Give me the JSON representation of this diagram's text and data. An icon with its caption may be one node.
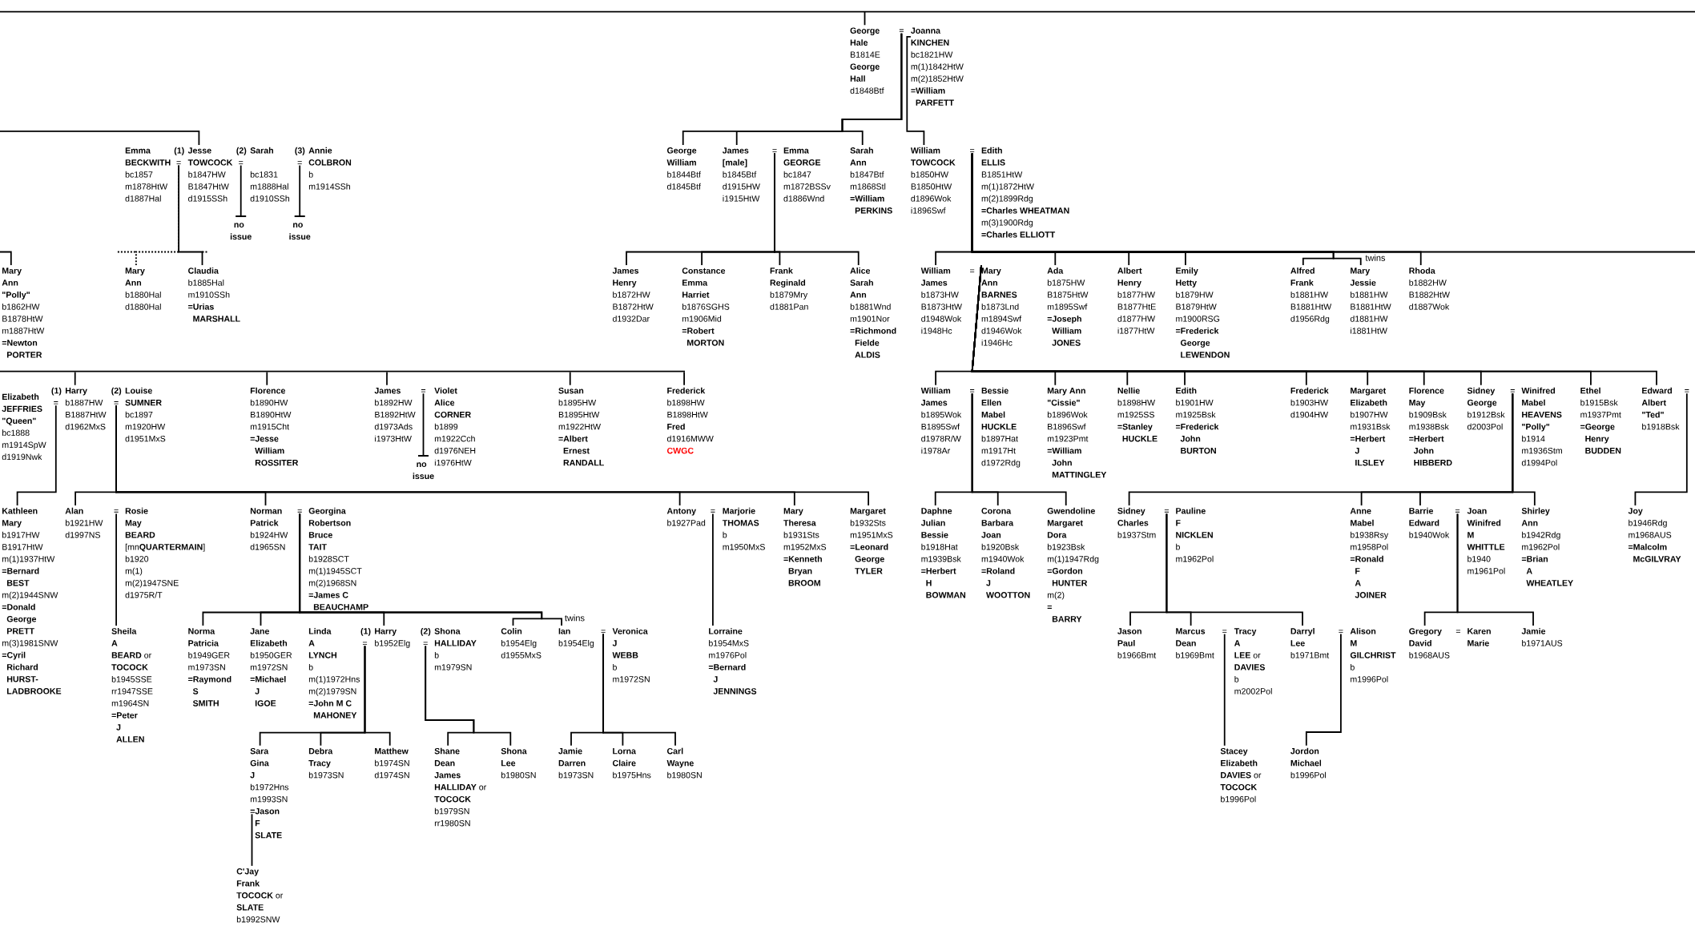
{
  "diagram": {
    "nodes": [
      {
        "text": [
          "George Hale",
          "B1814E",
          "George Hall",
          "d1848Btf"
        ]
      },
      {
        "text": [
          "="
        ]
      },
      {
        "text": [
          "Joanna KINCHEN",
          "bc1821HW",
          "m(1)1842HtW",
          "m(2)1852HtW",
          "=William PARFETT"
        ]
      },
      {
        "text": [
          "Emma BECKWITH",
          "bc1857",
          "m1878HtW",
          "d1887Hal"
        ]
      },
      {
        "text": [
          "="
        ]
      },
      {
        "text": [
          "Jesse TOWCOCK",
          "b1847HW",
          "B1847HtW",
          "d1915SSh"
        ],
        "beside": [
          "(1)"
        ]
      },
      {
        "text": [
          "="
        ]
      },
      {
        "text": [
          "Sarah",
          "bc1831",
          "m1888Hal",
          "d1910SSh"
        ],
        "beside": [
          "(2)"
        ]
      },
      {
        "text": [
          "="
        ]
      },
      {
        "text": [
          "Annie COLBRON",
          "b",
          "m1914SSh"
        ],
        "beside": [
          "(3)"
        ]
      },
      {
        "text": [
          "George William",
          "b1844Btf",
          "d1845Btf"
        ]
      },
      {
        "text": [
          "James [male]",
          "b1845Btf",
          "d1915HW",
          "i1915HtW"
        ]
      },
      {
        "text": [
          "="
        ]
      },
      {
        "text": [
          "Emma GEORGE",
          "bc1847",
          "m1872BSSv",
          "d1886Wnd"
        ]
      },
      {
        "text": [
          "Sarah Ann",
          "b1847Btf",
          "m1868Stl",
          "=William PERKINS"
        ]
      },
      {
        "text": [
          "William TOWCOCK",
          "b1850HW",
          "B1850HtW",
          "d1896Wok",
          "i1896Swf"
        ]
      },
      {
        "text": [
          "="
        ]
      },
      {
        "text": [
          "Edith ELLIS",
          "B1851HtW",
          "m(1)1872HtW",
          "m(2)1899Rdg",
          "=Charles WHEATMAN",
          "m(3)1900Rdg",
          "=Charles ELLIOTT"
        ]
      },
      {
        "text": [
          "no issue"
        ]
      },
      {
        "text": [
          "no issue"
        ]
      },
      {
        "text": [
          "Mary Ann \"Polly\"",
          "b1862HW",
          "B1878HtW",
          "m1887HtW",
          "=Newton PORTER"
        ]
      },
      {
        "text": [
          "Mary Ann",
          "b1880Hal",
          "d1880Hal"
        ]
      },
      {
        "text": [
          "Claudia",
          "b1885Hal",
          "m1910SSh",
          "=Urias MARSHALL"
        ]
      },
      {
        "text": [
          "James Henry",
          "b1872HW",
          "B1872HtW",
          "d1932Dar"
        ]
      },
      {
        "text": [
          "Constance Emma Harriet",
          "b1876SGHS",
          "m1906Mid",
          "=Robert MORTON"
        ]
      },
      {
        "text": [
          "Frank Reginald",
          "b1879Mry",
          "d1881Pan"
        ]
      },
      {
        "text": [
          "Alice Sarah Ann",
          "b1881Wnd",
          "m1901Nor",
          "=Richmond Fielde ALDIS"
        ]
      },
      {
        "text": [
          "William James",
          "b1873HW",
          "B1873HtW",
          "d1948Wok",
          "i1948Hc"
        ]
      },
      {
        "text": [
          "="
        ]
      },
      {
        "text": [
          "Mary Ann BARNES",
          "b1873Lnd",
          "m1894Swf",
          "d1946Wok",
          "i1946Hc"
        ]
      },
      {
        "text": [
          "Ada",
          "b1875HW",
          "B1875HtW",
          "m1895Swf",
          "=Joseph William JONES"
        ]
      },
      {
        "text": [
          "Albert Henry",
          "b1877HW",
          "B1877HtE",
          "d1877HW",
          "i1877HtW"
        ]
      },
      {
        "text": [
          "Emily Hetty",
          "b1879HW",
          "B1879HtW",
          "m1900RSG",
          "=Frederick George LEWENDON"
        ]
      },
      {
        "text": [
          "Alfred Frank",
          "b1881HW",
          "B1881HtW",
          "d1956Rdg"
        ]
      },
      {
        "text": [
          "Mary Jessie",
          "b1881HW",
          "B1881HtW",
          "d1881HW",
          "i1881HtW"
        ]
      },
      {
        "text": [
          "Rhoda",
          "b1882HW",
          "B1882HtW",
          "d1887Wok"
        ]
      },
      {
        "text": [],
        "shape": "bar"
      },
      {
        "text": [
          "Elizabeth JEFFRIES \"Queen\"",
          "bc1888",
          "m1914SpW",
          "d1919Nwk"
        ]
      },
      {
        "text": [
          "="
        ]
      },
      {
        "text": [
          "Harry",
          "b1887HW",
          "B1887HtW",
          "d1962MxS"
        ],
        "beside": [
          "(1)"
        ]
      },
      {
        "text": [
          "="
        ]
      },
      {
        "text": [
          "Louise SUMNER",
          "bc1897",
          "m1920HW",
          "d1951MxS"
        ],
        "beside": [
          "(2)"
        ]
      },
      {
        "text": [
          "Florence",
          "b1890HW",
          "B1890HtW",
          "m1915Cht",
          "=Jesse William ROSSITER"
        ]
      },
      {
        "text": [
          "James",
          "b1892HW",
          "B1892HtW",
          "d1973Ads",
          "i1973HtW"
        ]
      },
      {
        "text": [
          "="
        ]
      },
      {
        "text": [
          "Violet Alice CORNER",
          "b1899",
          "m1922Cch",
          "d1976NEH",
          "i1976HtW"
        ]
      },
      {
        "text": [
          "Susan",
          "b1895HW",
          "B1895HtW",
          "m1922HtW",
          "=Albert Ernest RANDALL"
        ]
      },
      {
        "text": [
          "Frederick",
          "b1898HW",
          "B1898HtW",
          "Fred",
          "d1916MWW",
          "CWGC"
        ]
      },
      {
        "text": [
          "William James",
          "b1895Wok",
          "B1895Swf",
          "d1978R/W",
          "i1978Ar"
        ]
      },
      {
        "text": [
          "="
        ]
      },
      {
        "text": [
          "Bessie Ellen Mabel HUCKLE",
          "b1897Hat",
          "m1917Ht",
          "d1972Rdg"
        ]
      },
      {
        "text": [
          "Mary Ann \"Cissie\"",
          "b1896Wok",
          "B1896Swf",
          "m1923Pmt",
          "=William John MATTINGLEY"
        ]
      },
      {
        "text": [
          "Nellie",
          "b1898HW",
          "m1925SS",
          "=Stanley HUCKLE"
        ]
      },
      {
        "text": [
          "Edith",
          "b1901HW",
          "m1925Bsk",
          "=Frederick John BURTON"
        ]
      },
      {
        "text": [
          "Frederick",
          "b1903HW",
          "d1904HW"
        ]
      },
      {
        "text": [
          "Margaret Elizabeth",
          "b1907HW",
          "m1931Bsk",
          "=Herbert J ILSLEY"
        ]
      },
      {
        "text": [
          "Florence May",
          "b1909Bsk",
          "m1938Bsk",
          "=Herbert John HIBBERD"
        ]
      },
      {
        "text": [
          "Sidney George",
          "b1912Bsk",
          "d2003Pol"
        ]
      },
      {
        "text": [
          "="
        ]
      },
      {
        "text": [
          "Winifred Mabel HEAVENS \"Polly\"",
          "b1914",
          "m1936Stm",
          "d1994Pol"
        ]
      },
      {
        "text": [
          "Ethel",
          "b1915Bsk",
          "m1937Pmt",
          "=George Henry BUDDEN"
        ]
      },
      {
        "text": [
          "Edward Albert \"Ted\"",
          "b1918Bsk"
        ]
      },
      {
        "text": [
          "="
        ]
      },
      {
        "text": [
          "no issue"
        ]
      },
      {
        "text": [
          "Kathleen Mary",
          "b1917HW",
          "B1917HtW",
          "m(1)1937HtW",
          "=Bernard BEST",
          "m(2)1944SNW",
          "=Donald George PRETT",
          "m(3)1981SNW",
          "=Cyril Richard HURST-LADBROOKE"
        ]
      },
      {
        "text": [
          "Alan",
          "b1921HW",
          "d1997NS"
        ]
      },
      {
        "text": [
          "="
        ]
      },
      {
        "text": [
          "Rosie May BEARD",
          "[mn**QUARTERMAIN**]",
          "b1920",
          "m(1)",
          "m(2)1947SNE",
          "d1975R/T"
        ]
      },
      {
        "text": [
          "Norman Patrick",
          "b1924HW",
          "d1965SN"
        ]
      },
      {
        "text": [
          "="
        ]
      },
      {
        "text": [
          "Georgina Robertson Bruce TAIT",
          "b1928SCT",
          "m(1)1945SCT",
          "m(2)1968SN",
          "=James C BEAUCHAMP"
        ]
      },
      {
        "text": [
          "Antony",
          "b1927Pad"
        ]
      },
      {
        "text": [
          "="
        ]
      },
      {
        "text": [
          "Marjorie THOMAS",
          "b",
          "m1950MxS"
        ]
      },
      {
        "text": [
          "Mary Theresa",
          "b1931Sts",
          "m1952MxS",
          "=Kenneth Bryan BROOM"
        ]
      },
      {
        "text": [
          "Margaret",
          "b1932Sts",
          "m1951MxS",
          "=Leonard George TYLER"
        ]
      },
      {
        "text": [
          "Daphne Julian Bessie",
          "b1918Hat",
          "m1939Bsk",
          "=Herbert H BOWMAN"
        ]
      },
      {
        "text": [
          "Corona Barbara Joan",
          "b1920Bsk",
          "m1940Wok",
          "=Roland J WOOTTON"
        ]
      },
      {
        "text": [
          "Gwendoline Margaret Dora",
          "b1923Bsk",
          "m(1)1947Rdg",
          "=Gordon HUNTER",
          "m(2)",
          "= BARRY"
        ]
      },
      {
        "text": [
          "Sidney Charles",
          "b1937Stm"
        ]
      },
      {
        "text": [
          "="
        ]
      },
      {
        "text": [
          "Pauline F NICKLEN",
          "b",
          "m1962Pol"
        ]
      },
      {
        "text": [
          "Anne Mabel",
          "b1938Rsy",
          "m1958Pol",
          "=Ronald F A JOINER"
        ]
      },
      {
        "text": [
          "Barrie Edward",
          "b1940Wok"
        ]
      },
      {
        "text": [
          "="
        ]
      },
      {
        "text": [
          "Joan Winifred M WHITTLE",
          "b1940",
          "m1961Pol"
        ]
      },
      {
        "text": [
          "Shirley Ann",
          "b1942Rdg",
          "m1962Pol",
          "=Brian A WHEATLEY"
        ]
      },
      {
        "text": [
          "Joy",
          "b1946Rdg",
          "m1968AUS",
          "=Malcolm McGILVRAY"
        ]
      },
      {
        "text": [
          "**Sheila A BEARD** or **TOCOCK**",
          "b1945SSE",
          "rr1947SSE",
          "m1964SN",
          "=Peter J ALLEN"
        ]
      },
      {
        "text": [
          "Norma Patricia",
          "b1949GER",
          "m1973SN",
          "=Raymond S SMITH"
        ]
      },
      {
        "text": [
          "Jane Elizabeth",
          "b1950GER",
          "m1972SN",
          "=Michael J IGOE"
        ]
      },
      {
        "text": [
          "Linda A LYNCH",
          "b",
          "m(1)1972Hns",
          "m(2)1979SN",
          "=John M C MAHONEY"
        ]
      },
      {
        "text": [
          "="
        ]
      },
      {
        "text": [
          "Harry",
          "b1952Elg"
        ],
        "beside": [
          "(1)"
        ]
      },
      {
        "text": [
          "="
        ]
      },
      {
        "text": [
          "Shona HALLIDAY",
          "b",
          "m1979SN"
        ],
        "beside": [
          "(2)"
        ]
      },
      {
        "text": [
          "Colin",
          "b1954Elg",
          "d1955MxS"
        ]
      },
      {
        "text": [
          "Ian",
          "b1954Elg"
        ]
      },
      {
        "text": [
          "="
        ]
      },
      {
        "text": [
          "Veronica J WEBB",
          "b",
          "m1972SN"
        ]
      },
      {
        "text": [
          "Lorraine",
          "b1954MxS",
          "m1976Pol",
          "=Bernard J JENNINGS"
        ]
      },
      {
        "text": [
          "Jason Paul",
          "b1966Bmt"
        ]
      },
      {
        "text": [
          "Marcus Dean",
          "b1969Bmt"
        ]
      },
      {
        "text": [
          "="
        ]
      },
      {
        "text": [
          "**Tracy A LEE** or **DAVIES**",
          "b",
          "m2002Pol"
        ]
      },
      {
        "text": [
          "Darryl Lee",
          "b1971Bmt"
        ]
      },
      {
        "text": [
          "="
        ]
      },
      {
        "text": [
          "Alison M GILCHRIST",
          "b",
          "m1996Pol"
        ]
      },
      {
        "text": [
          "Gregory David",
          "b1968AUS"
        ]
      },
      {
        "text": [
          "Karen Marie"
        ]
      },
      {
        "text": [
          "Jamie",
          "b1971AUS"
        ]
      },
      {
        "text": [
          "Sara Gina J",
          "b1972Hns",
          "m1993SN",
          "=Jason F SLATE"
        ]
      },
      {
        "text": [
          "Debra Tracy",
          "b1973SN"
        ]
      },
      {
        "text": [
          "Matthew",
          "b1974SN",
          "d1974SN"
        ]
      },
      {
        "text": [
          "**Shane Dean James HALLIDAY** or **TOCOCK**",
          "b1979SN",
          "rr1980SN"
        ]
      },
      {
        "text": [
          "Shona Lee",
          "b1980SN"
        ]
      },
      {
        "text": [
          "Jamie Darren",
          "b1973SN"
        ]
      },
      {
        "text": [
          "Lorna Claire",
          "b1975Hns"
        ]
      },
      {
        "text": [
          "Carl Wayne",
          "b1980SN"
        ]
      },
      {
        "text": [
          "**Stacey Elizabeth DAVIES** or **TOCOCK**",
          "b1996Pol"
        ]
      },
      {
        "text": [
          "Jordon Michael",
          "b1996Pol"
        ]
      },
      {
        "text": [
          "**C'Jay Frank TOCOCK** or **SLATE**",
          "b1992SNW"
        ]
      }
    ],
    "edges": [
      {
        "from": null,
        "to": 0,
        "arrow": "none"
      },
      {
        "from": 1,
        "to": 10,
        "arrow": "none"
      },
      {
        "from": 1,
        "to": 11,
        "arrow": "none"
      },
      {
        "from": 1,
        "to": 14,
        "arrow": "none"
      },
      {
        "from": 2,
        "to": 15,
        "arrow": "none"
      },
      {
        "from": null,
        "to": 5,
        "arrow": "none"
      },
      {
        "from": 4,
        "to": 21,
        "arrow": "none",
        "style": "dashed"
      },
      {
        "from": 4,
        "to": 22,
        "arrow": "none"
      },
      {
        "from": 6,
        "to": 18,
        "arrow": "other"
      },
      {
        "from": 8,
        "to": 19,
        "arrow": "other"
      },
      {
        "from": 12,
        "to": 23,
        "arrow": "none"
      },
      {
        "from": 12,
        "to": 24,
        "arrow": "none"
      },
      {
        "from": 12,
        "to": 25,
        "arrow": "none"
      },
      {
        "from": 12,
        "to": 26,
        "arrow": "none"
      },
      {
        "from": 16,
        "to": 27,
        "arrow": "none"
      },
      {
        "from": 16,
        "to": 30,
        "arrow": "none"
      },
      {
        "from": 16,
        "to": 31,
        "arrow": "none"
      },
      {
        "from": 16,
        "to": 32,
        "arrow": "none"
      },
      {
        "from": 16,
        "to": 33,
        "arrow": "none"
      },
      {
        "from": 16,
        "to": 34,
        "arrow": "none"
      },
      {
        "from": 16,
        "to": 35,
        "arrow": "none"
      },
      {
        "from": 16,
        "to": null,
        "arrow": "none"
      },
      {
        "from": null,
        "to": 20,
        "arrow": "none"
      },
      {
        "from": 36,
        "to": 39,
        "arrow": "none"
      },
      {
        "from": 36,
        "to": 42,
        "arrow": "none"
      },
      {
        "from": 36,
        "to": 43,
        "arrow": "none"
      },
      {
        "from": 36,
        "to": 46,
        "arrow": "none"
      },
      {
        "from": 36,
        "to": 47,
        "arrow": "none"
      },
      {
        "from": 29,
        "to": 48,
        "arrow": "none"
      },
      {
        "from": 29,
        "to": 51,
        "arrow": "none"
      },
      {
        "from": 29,
        "to": 52,
        "arrow": "none"
      },
      {
        "from": 29,
        "to": 53,
        "arrow": "none"
      },
      {
        "from": 29,
        "to": 54,
        "arrow": "none"
      },
      {
        "from": 29,
        "to": 55,
        "arrow": "none"
      },
      {
        "from": 29,
        "to": 56,
        "arrow": "none"
      },
      {
        "from": 29,
        "to": 57,
        "arrow": "none"
      },
      {
        "from": 29,
        "to": 60,
        "arrow": "none"
      },
      {
        "from": 29,
        "to": 61,
        "arrow": "none"
      },
      {
        "from": 44,
        "to": 63,
        "arrow": "other"
      },
      {
        "from": 38,
        "to": 64,
        "arrow": "none"
      },
      {
        "from": 40,
        "to": 65,
        "arrow": "none"
      },
      {
        "from": 40,
        "to": 68,
        "arrow": "none"
      },
      {
        "from": 40,
        "to": 71,
        "arrow": "none"
      },
      {
        "from": 40,
        "to": 74,
        "arrow": "none"
      },
      {
        "from": 40,
        "to": 75,
        "arrow": "none"
      },
      {
        "from": 49,
        "to": 76,
        "arrow": "none"
      },
      {
        "from": 49,
        "to": 77,
        "arrow": "none"
      },
      {
        "from": 49,
        "to": 78,
        "arrow": "none"
      },
      {
        "from": 58,
        "to": 79,
        "arrow": "none"
      },
      {
        "from": 58,
        "to": 82,
        "arrow": "none"
      },
      {
        "from": 58,
        "to": 83,
        "arrow": "none"
      },
      {
        "from": 58,
        "to": 86,
        "arrow": "none"
      },
      {
        "from": 62,
        "to": 87,
        "arrow": "none"
      },
      {
        "from": 66,
        "to": 88,
        "arrow": "none"
      },
      {
        "from": 69,
        "to": 89,
        "arrow": "none"
      },
      {
        "from": 69,
        "to": 90,
        "arrow": "none"
      },
      {
        "from": 69,
        "to": 93,
        "arrow": "none"
      },
      {
        "from": 69,
        "to": 96,
        "arrow": "none"
      },
      {
        "from": 69,
        "to": 97,
        "arrow": "none"
      },
      {
        "from": 72,
        "to": 100,
        "arrow": "none"
      },
      {
        "from": 80,
        "to": 101,
        "arrow": "none"
      },
      {
        "from": 80,
        "to": 102,
        "arrow": "none"
      },
      {
        "from": 80,
        "to": 105,
        "arrow": "none"
      },
      {
        "from": 84,
        "to": 108,
        "arrow": "none"
      },
      {
        "from": 84,
        "to": 110,
        "arrow": "none"
      },
      {
        "from": 92,
        "to": 111,
        "arrow": "none"
      },
      {
        "from": 92,
        "to": 112,
        "arrow": "none"
      },
      {
        "from": 92,
        "to": 113,
        "arrow": "none"
      },
      {
        "from": 94,
        "to": 114,
        "arrow": "none"
      },
      {
        "from": 94,
        "to": 115,
        "arrow": "none"
      },
      {
        "from": 98,
        "to": 116,
        "arrow": "none"
      },
      {
        "from": 98,
        "to": 117,
        "arrow": "none"
      },
      {
        "from": 98,
        "to": 118,
        "arrow": "none"
      },
      {
        "from": 103,
        "to": 119,
        "arrow": "none"
      },
      {
        "from": 106,
        "to": 120,
        "arrow": "none"
      },
      {
        "from": 111,
        "to": 121,
        "arrow": "none"
      }
    ],
    "labels": [
      "twins",
      "twins",
      "="
    ]
  }
}
